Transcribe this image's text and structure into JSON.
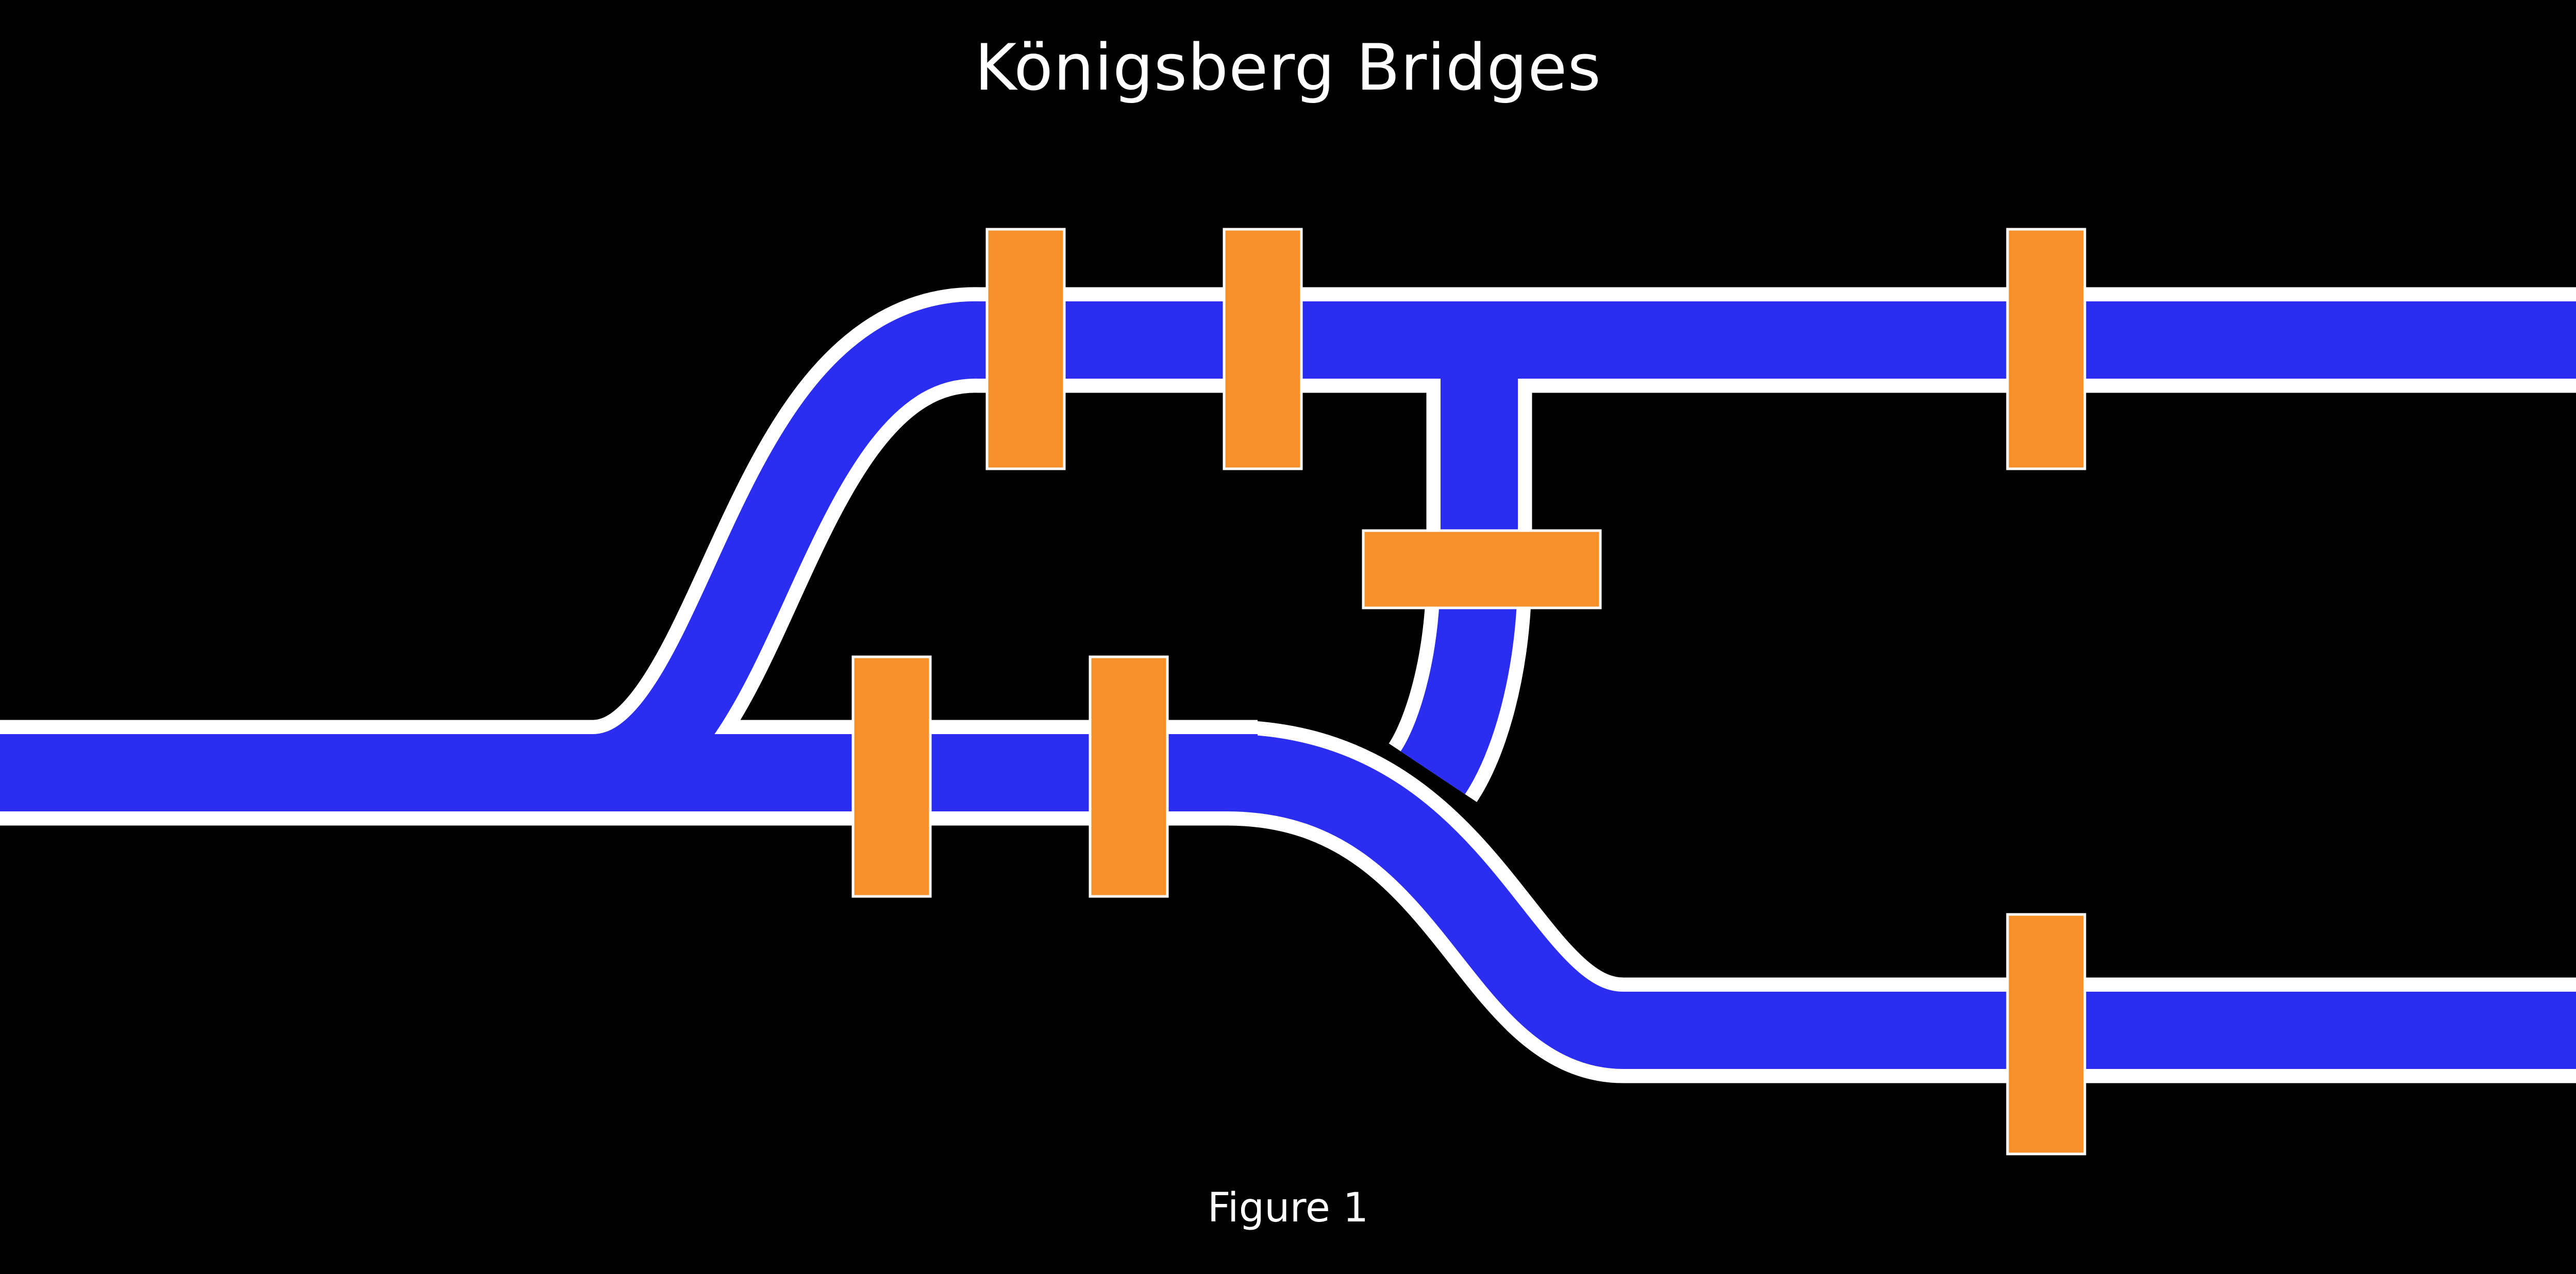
{
  "title": "Königsberg Bridges",
  "caption": "Figure 1",
  "colors": {
    "background": "#000000",
    "river": "#2b2ef0",
    "river_bank": "#ffffff",
    "bridge": "#f78f2a",
    "bridge_edge": "#ffffff"
  },
  "bridge_count": 7
}
